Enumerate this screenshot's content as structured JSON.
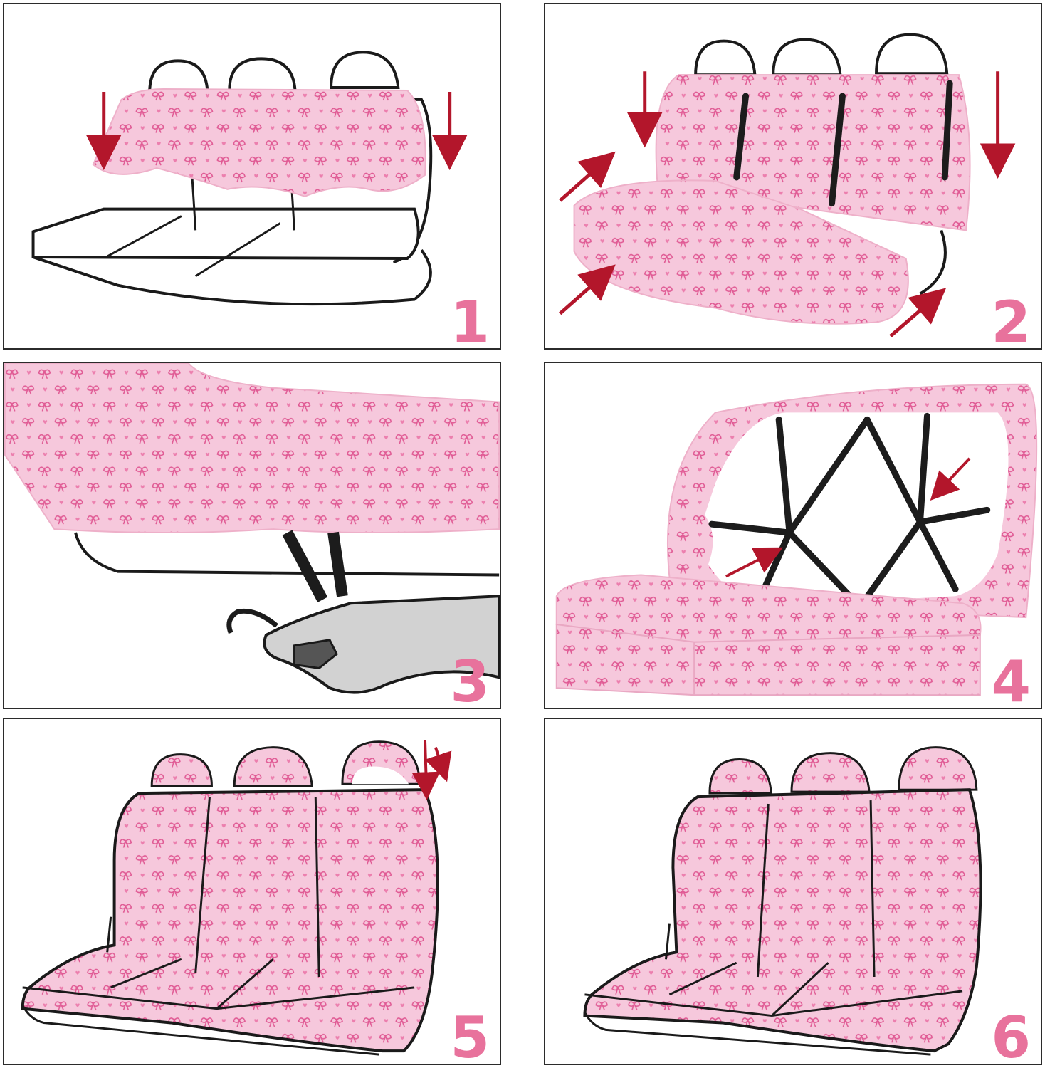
{
  "colors": {
    "fabric": "#f6c8dc",
    "bow": "#e05a94",
    "arrow": "#b3162b",
    "outline": "#1a1a1a",
    "strap": "#1c1c1c",
    "hand": "#d2d2d2",
    "step_number": "#e8729c"
  },
  "pattern": {
    "motif": "pink-bow-and-heart"
  },
  "steps": [
    {
      "number": "1",
      "illustration": "cover-backrest-pulled-down"
    },
    {
      "number": "2",
      "illustration": "cover-seat-cushion-pushed-in"
    },
    {
      "number": "3",
      "illustration": "hand-hooks-straps-underneath"
    },
    {
      "number": "4",
      "illustration": "elastic-straps-behind-backrest"
    },
    {
      "number": "5",
      "illustration": "headrest-covers-pulled-down"
    },
    {
      "number": "6",
      "illustration": "finished-covered-bench-seat"
    }
  ]
}
